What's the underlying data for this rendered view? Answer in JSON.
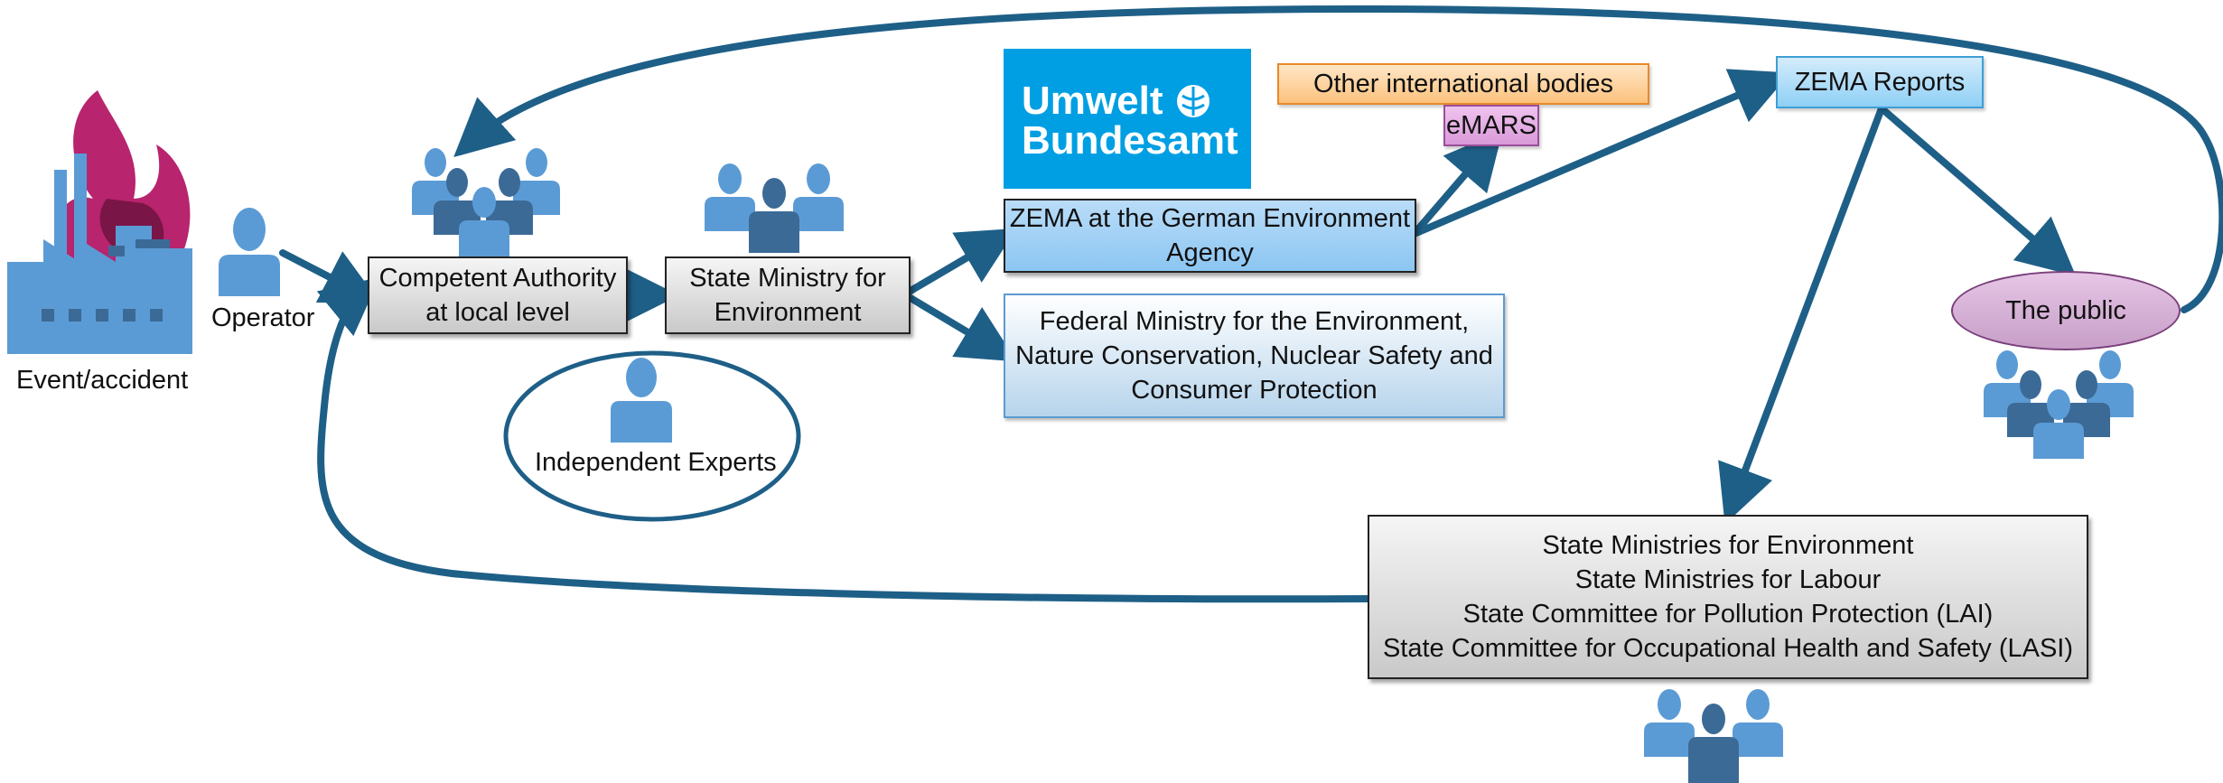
{
  "labels": {
    "event": "Event/accident",
    "operator": "Operator",
    "independent_experts": "Independent Experts"
  },
  "boxes": {
    "competent_authority": "Competent Authority\nat local level",
    "state_ministry": "State Ministry for\nEnvironment",
    "zema_agency": "ZEMA at the German Environment\nAgency",
    "federal_ministry": "Federal Ministry for the Environment,\nNature Conservation, Nuclear Safety and\nConsumer Protection",
    "other_bodies": "Other international bodies",
    "emars": "eMARS",
    "zema_reports": "ZEMA Reports",
    "the_public": "The public",
    "state_ministries": "State Ministries for Environment\nState Ministries for Labour\nState Committee for Pollution Protection (LAI)\nState Committee for Occupational Health and Safety (LASI)"
  },
  "logo": {
    "line1": "Umwelt",
    "line2": "Bundesamt"
  },
  "colors": {
    "arrow": "#1e5f87",
    "person_light": "#5b9bd5",
    "person_dark": "#3c6a96",
    "flame": "#b8246e",
    "logo_bg": "#009fe3"
  }
}
